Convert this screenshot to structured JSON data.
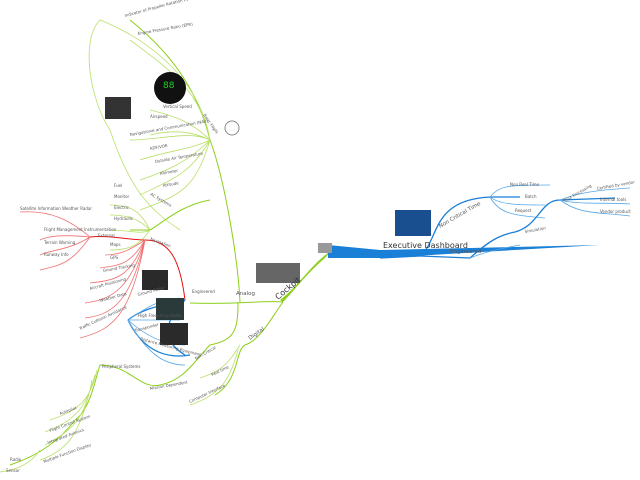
{
  "central": {
    "label": "Cockpit"
  },
  "right": {
    "root": "Executive Dashboard",
    "non_critical_time": {
      "label": "Non Critical Time",
      "children": [
        "Non Real Time",
        "Batch",
        "Request"
      ]
    },
    "engineered": {
      "label": "Engineered",
      "simulation": "Simulation",
      "post_processing": {
        "label": "Post Processing",
        "children": [
          "Certified by vendor",
          "Internal tools",
          "Vendor product"
        ]
      }
    }
  },
  "left": {
    "analog": "Analog",
    "engineered": "Engineered",
    "digital": {
      "label": "Digital",
      "children": [
        "Real time",
        "Computer Interface"
      ]
    },
    "non_critical": "Non Critical",
    "mission_dependent": "Mission Dependent",
    "peripheral": {
      "label": "Peripheral Systems",
      "children": [
        "Autopilot",
        "Flight Control System",
        "Integrated Avionics",
        "Multiple Function Display"
      ],
      "sub": [
        "Radio",
        "Sensor"
      ]
    },
    "basic_flight": {
      "label": "Basic Flight",
      "children": [
        "Indicator of Propeller Rotation (rpm)",
        "Engine Pressure Ratio (EPR)",
        "Vertical Speed",
        "Airspeed",
        "Navigational and Communication (NAV)",
        "ADF/VOR",
        "Outside Air Temperature",
        "Altimeter",
        "Attitude"
      ]
    },
    "ac_systems": {
      "label": "AC Systems",
      "children": [
        "Fuel",
        "Monitor",
        "Electric",
        "Hydraulic"
      ]
    },
    "navigation": {
      "label": "Navigation",
      "children": [
        "Maps",
        "GPS",
        "Ground Tracking",
        "Aircraft Positioning",
        "Weather Data",
        "Traffic Collision Avoidance"
      ]
    },
    "external": {
      "label": "External",
      "children": [
        "Satellite Information Weather Radar",
        "Flight Management Instrumentation",
        "Terrain Warning",
        "Runway Info"
      ]
    },
    "communication": {
      "label": "Ground Radar",
      "children": [
        "High Frequency Radio",
        "Transponder",
        "Distance Measuring Equipment"
      ]
    }
  },
  "colors": {
    "green": "#8ccf1a",
    "red": "#e81010",
    "blue": "#1a7fd6"
  }
}
